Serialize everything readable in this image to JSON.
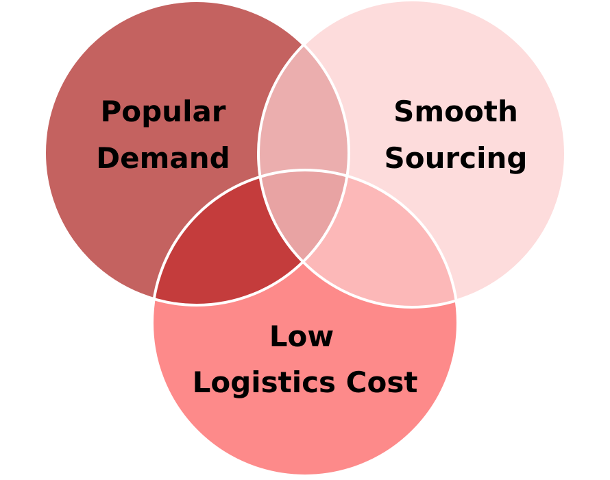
{
  "diagram": {
    "type": "venn",
    "sets": [
      {
        "id": "left",
        "lines": [
          "Popular",
          "Demand"
        ],
        "color": "#c46260"
      },
      {
        "id": "right",
        "lines": [
          "Smooth",
          "Sourcing"
        ],
        "color": "#fddcdc"
      },
      {
        "id": "bottom",
        "lines": [
          "Low",
          "Logistics Cost"
        ],
        "color": "#fd8a8a"
      }
    ],
    "overlap_colors": {
      "left_right": "#ebaeae",
      "left_bottom": "#c43c3c",
      "right_bottom": "#fcb8b8",
      "all": "#e8a3a3"
    },
    "outline_color": "#ffffff"
  }
}
